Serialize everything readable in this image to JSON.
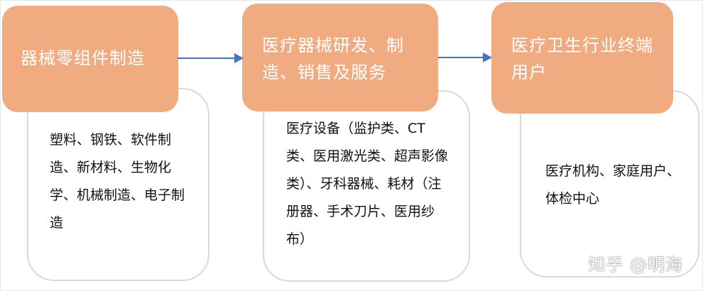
{
  "stages": [
    {
      "title": "器械零组件制造",
      "details": "塑料、钢铁、软件制造、新材料、生物化学、机械制造、电子制造"
    },
    {
      "title": "医疗器械研发、制造、销售及服务",
      "details": "医疗设备（监护类、CT类、医用激光类、超声影像类）、牙科器械、耗材（注册器、手术刀片、医用纱布）"
    },
    {
      "title": "医疗卫生行业终端用户",
      "details": "医疗机构、家庭用户、体检中心"
    }
  ],
  "colors": {
    "box_fill": "#f1ab80",
    "arrow": "#4472c4",
    "detail_border": "#d9d9d9"
  },
  "watermark": "知乎 @明海"
}
